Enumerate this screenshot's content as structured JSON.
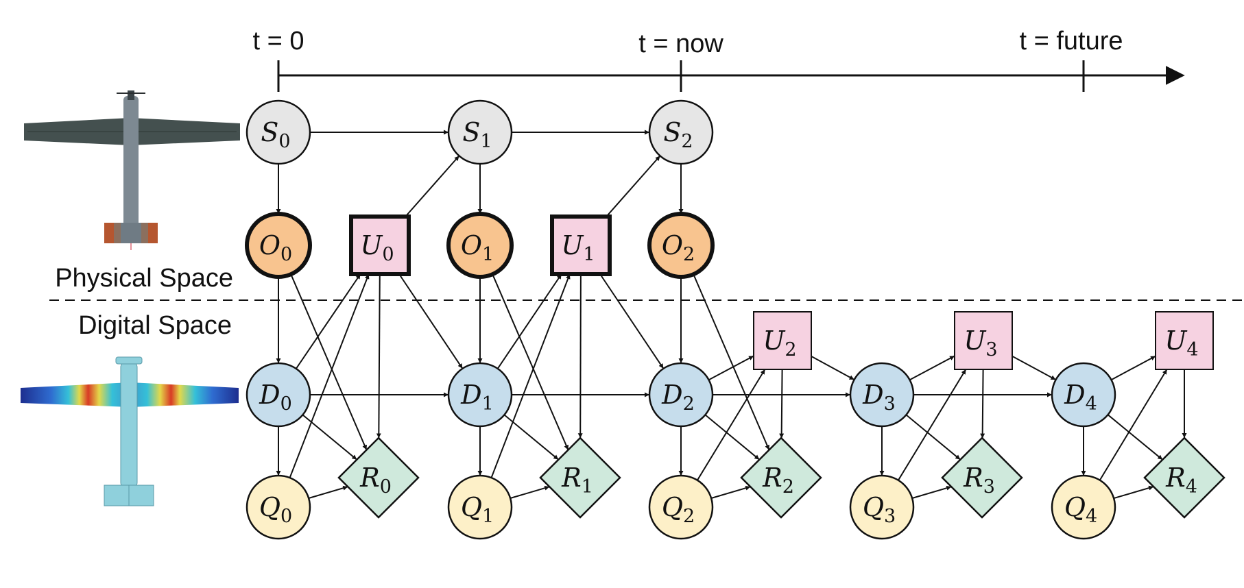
{
  "timeline": {
    "tick_labels": [
      "t = 0",
      "t = now",
      "t = future"
    ]
  },
  "regions": {
    "physical": "Physical Space",
    "digital": "Digital Space"
  },
  "colors": {
    "S": "#e6e6e6",
    "O": "#f8c48f",
    "U": "#f6d2e1",
    "D": "#c6ddec",
    "Q": "#fdf0c8",
    "R": "#cfe9dc"
  },
  "nodes": {
    "S0": {
      "letter": "S",
      "sub": "0"
    },
    "S1": {
      "letter": "S",
      "sub": "1"
    },
    "S2": {
      "letter": "S",
      "sub": "2"
    },
    "O0": {
      "letter": "O",
      "sub": "0"
    },
    "O1": {
      "letter": "O",
      "sub": "1"
    },
    "O2": {
      "letter": "O",
      "sub": "2"
    },
    "U0": {
      "letter": "U",
      "sub": "0"
    },
    "U1": {
      "letter": "U",
      "sub": "1"
    },
    "U2": {
      "letter": "U",
      "sub": "2"
    },
    "U3": {
      "letter": "U",
      "sub": "3"
    },
    "U4": {
      "letter": "U",
      "sub": "4"
    },
    "D0": {
      "letter": "D",
      "sub": "0"
    },
    "D1": {
      "letter": "D",
      "sub": "1"
    },
    "D2": {
      "letter": "D",
      "sub": "2"
    },
    "D3": {
      "letter": "D",
      "sub": "3"
    },
    "D4": {
      "letter": "D",
      "sub": "4"
    },
    "Q0": {
      "letter": "Q",
      "sub": "0"
    },
    "Q1": {
      "letter": "Q",
      "sub": "1"
    },
    "Q2": {
      "letter": "Q",
      "sub": "2"
    },
    "Q3": {
      "letter": "Q",
      "sub": "3"
    },
    "Q4": {
      "letter": "Q",
      "sub": "4"
    },
    "R0": {
      "letter": "R",
      "sub": "0"
    },
    "R1": {
      "letter": "R",
      "sub": "1"
    },
    "R2": {
      "letter": "R",
      "sub": "2"
    },
    "R3": {
      "letter": "R",
      "sub": "3"
    },
    "R4": {
      "letter": "R",
      "sub": "4"
    }
  },
  "edges": [
    [
      "S0",
      "S1"
    ],
    [
      "S1",
      "S2"
    ],
    [
      "S0",
      "O0"
    ],
    [
      "S1",
      "O1"
    ],
    [
      "S2",
      "O2"
    ],
    [
      "U0",
      "S1"
    ],
    [
      "U1",
      "S2"
    ],
    [
      "O0",
      "D0"
    ],
    [
      "O1",
      "D1"
    ],
    [
      "O2",
      "D2"
    ],
    [
      "O0",
      "R0"
    ],
    [
      "O1",
      "R1"
    ],
    [
      "O2",
      "R2"
    ],
    [
      "U0",
      "D1"
    ],
    [
      "U1",
      "D2"
    ],
    [
      "U0",
      "R0"
    ],
    [
      "U1",
      "R1"
    ],
    [
      "U2",
      "R2"
    ],
    [
      "U3",
      "R3"
    ],
    [
      "U4",
      "R4"
    ],
    [
      "D0",
      "U0"
    ],
    [
      "D1",
      "U1"
    ],
    [
      "D2",
      "U2"
    ],
    [
      "D3",
      "U3"
    ],
    [
      "D4",
      "U4"
    ],
    [
      "Q0",
      "U0"
    ],
    [
      "Q1",
      "U1"
    ],
    [
      "Q2",
      "U2"
    ],
    [
      "Q3",
      "U3"
    ],
    [
      "Q4",
      "U4"
    ],
    [
      "U2",
      "D3"
    ],
    [
      "U3",
      "D4"
    ],
    [
      "D0",
      "D1"
    ],
    [
      "D1",
      "D2"
    ],
    [
      "D2",
      "D3"
    ],
    [
      "D3",
      "D4"
    ],
    [
      "D0",
      "Q0"
    ],
    [
      "D1",
      "Q1"
    ],
    [
      "D2",
      "Q2"
    ],
    [
      "D3",
      "Q3"
    ],
    [
      "D4",
      "Q4"
    ],
    [
      "D0",
      "R0"
    ],
    [
      "D1",
      "R1"
    ],
    [
      "D2",
      "R2"
    ],
    [
      "D3",
      "R3"
    ],
    [
      "D4",
      "R4"
    ],
    [
      "Q0",
      "R0"
    ],
    [
      "Q1",
      "R1"
    ],
    [
      "Q2",
      "R2"
    ],
    [
      "Q3",
      "R3"
    ],
    [
      "Q4",
      "R4"
    ]
  ]
}
